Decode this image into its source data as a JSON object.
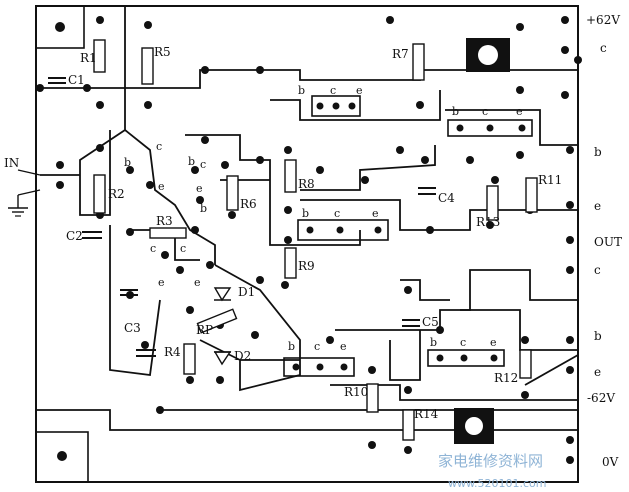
{
  "diagram": {
    "supply_labels": {
      "pos": "+62V",
      "neg": "-62V",
      "gnd": "0V"
    },
    "io_labels": {
      "in": "IN",
      "out": "OUT"
    },
    "edge_terminals": [
      "c",
      "b",
      "e",
      "c",
      "b",
      "e"
    ],
    "resistors": [
      "R1",
      "R2",
      "R3",
      "R4",
      "R5",
      "R6",
      "R7",
      "R8",
      "R9",
      "R10",
      "R11",
      "R12",
      "R13",
      "R14",
      "RP"
    ],
    "capacitors": [
      "C1",
      "C2",
      "C3",
      "C4",
      "C5"
    ],
    "diodes": [
      "D1",
      "D2"
    ],
    "transistor_pins": [
      "b",
      "c",
      "e"
    ],
    "watermark": {
      "cn": "家电维修资料网",
      "url": "www.520101.com"
    }
  }
}
